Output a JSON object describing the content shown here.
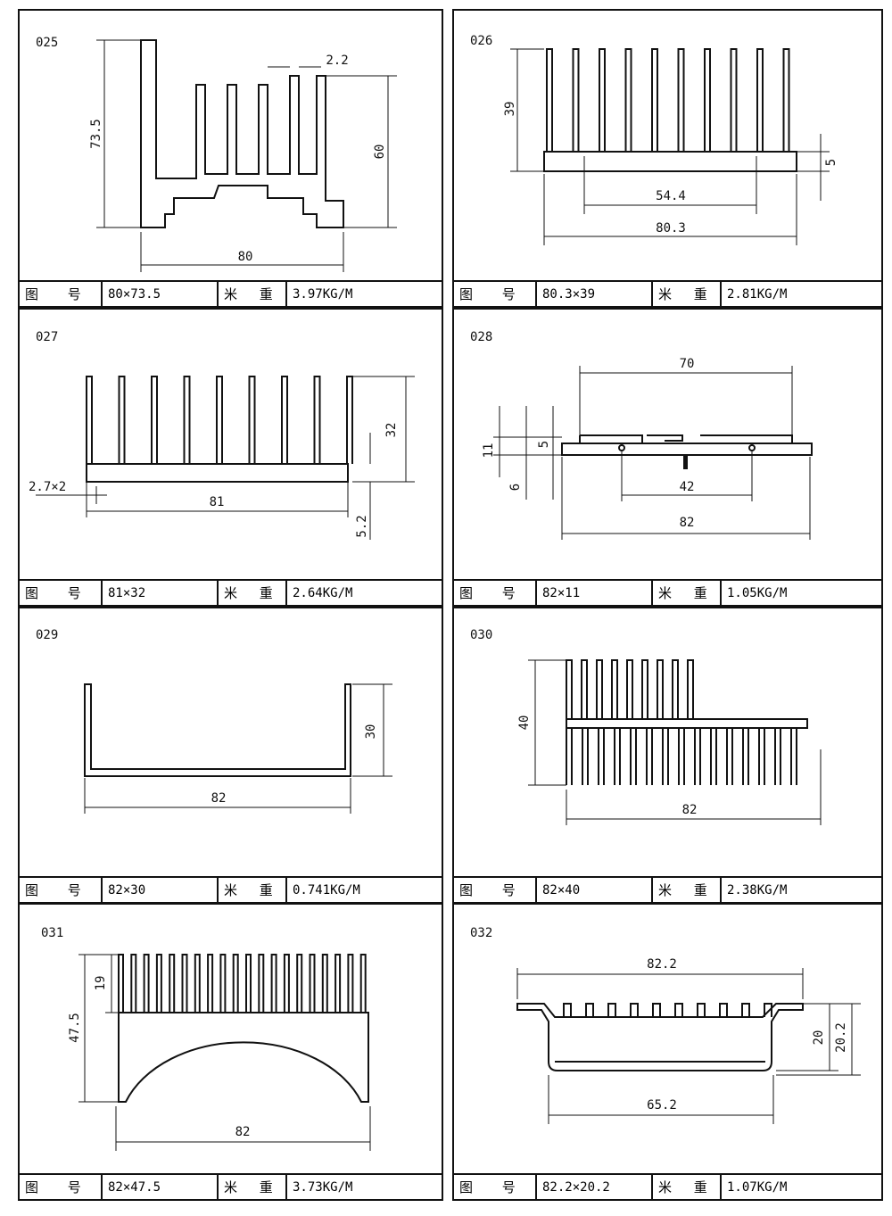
{
  "label_drawing_no": "图 号",
  "label_weight": "米 重",
  "profiles": [
    {
      "id": "025",
      "size": "80×73.5",
      "weight": "3.97KG/M",
      "dims": [
        "73.5",
        "60",
        "80",
        "2.2"
      ]
    },
    {
      "id": "026",
      "size": "80.3×39",
      "weight": "2.81KG/M",
      "dims": [
        "39",
        "5",
        "54.4",
        "80.3"
      ]
    },
    {
      "id": "027",
      "size": "81×32",
      "weight": "2.64KG/M",
      "dims": [
        "32",
        "2.7×2",
        "81",
        "5.2"
      ]
    },
    {
      "id": "028",
      "size": "82×11",
      "weight": "1.05KG/M",
      "dims": [
        "70",
        "11",
        "5",
        "6",
        "42",
        "82"
      ]
    },
    {
      "id": "029",
      "size": "82×30",
      "weight": "0.741KG/M",
      "dims": [
        "30",
        "82"
      ]
    },
    {
      "id": "030",
      "size": "82×40",
      "weight": "2.38KG/M",
      "dims": [
        "40",
        "82"
      ]
    },
    {
      "id": "031",
      "size": "82×47.5",
      "weight": "3.73KG/M",
      "dims": [
        "19",
        "47.5",
        "82"
      ]
    },
    {
      "id": "032",
      "size": "82.2×20.2",
      "weight": "1.07KG/M",
      "dims": [
        "82.2",
        "20",
        "20.2",
        "65.2"
      ]
    }
  ]
}
